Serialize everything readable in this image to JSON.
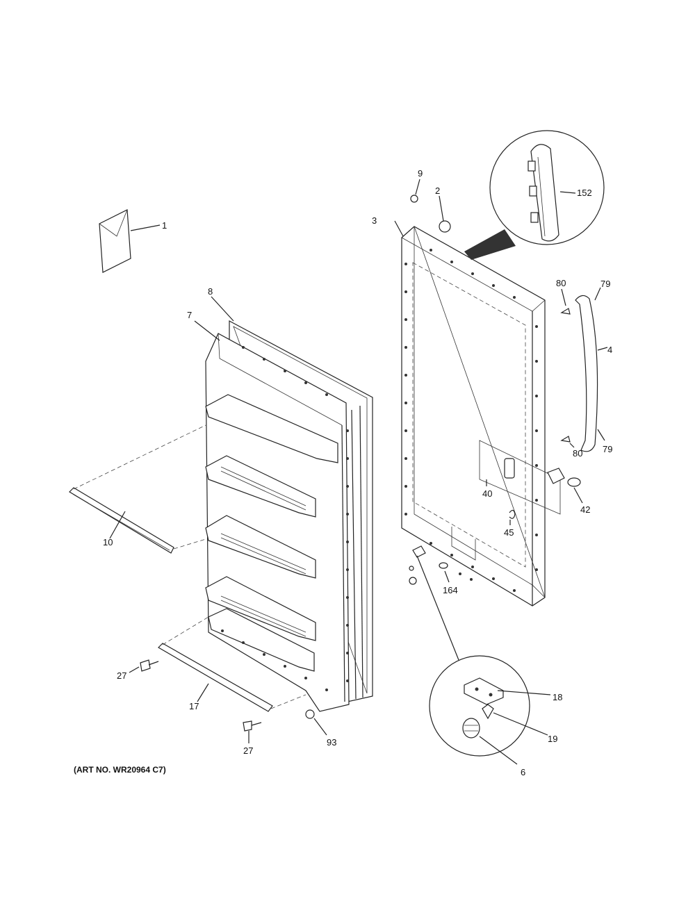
{
  "art_number": "(ART NO. WR20964 C7)",
  "callouts": {
    "c1": "1",
    "c2": "2",
    "c3": "3",
    "c4": "4",
    "c6": "6",
    "c7": "7",
    "c8": "8",
    "c9": "9",
    "c10": "10",
    "c17": "17",
    "c18": "18",
    "c19": "19",
    "c27a": "27",
    "c27b": "27",
    "c40": "40",
    "c42": "42",
    "c45": "45",
    "c79a": "79",
    "c79b": "79",
    "c80a": "80",
    "c80b": "80",
    "c93": "93",
    "c152": "152",
    "c164": "164"
  }
}
